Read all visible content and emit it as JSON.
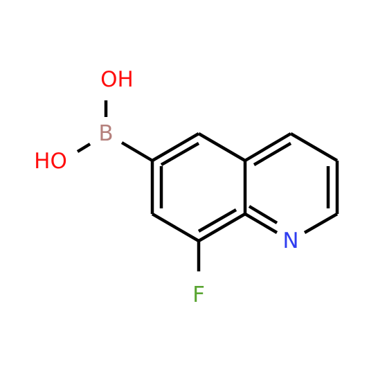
{
  "structure": {
    "atoms": {
      "oh_top": {
        "label": "OH",
        "color": "#ff0d0d"
      },
      "boron": {
        "label": "B",
        "color": "#b5807c"
      },
      "ho_left": {
        "label": "HO",
        "color": "#ff0d0d"
      },
      "nitrogen": {
        "label": "N",
        "color": "#2f3df0"
      },
      "fluorine": {
        "label": "F",
        "color": "#5aa532"
      }
    },
    "bond_color": "#000000"
  }
}
